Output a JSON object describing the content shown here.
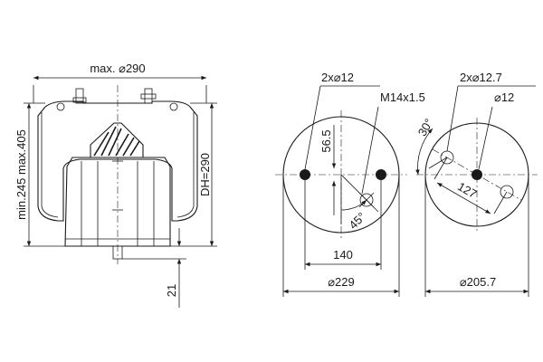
{
  "side_view": {
    "top_width_label": "max. ⌀290",
    "height_range_label": "min.245 max.405",
    "design_height_label": "DH=290",
    "bottom_offset_label": "21"
  },
  "top_plate": {
    "hole_label": "2x⌀12",
    "thread_label": "M14x1.5",
    "offset_label": "56.5",
    "angle_label": "45°",
    "spacing_label": "140",
    "diameter_label": "⌀229"
  },
  "bottom_plate": {
    "hole_label": "2x⌀12.7",
    "center_hole_label": "⌀12",
    "angle_label": "30°",
    "spacing_label": "127",
    "diameter_label": "⌀205.7"
  }
}
